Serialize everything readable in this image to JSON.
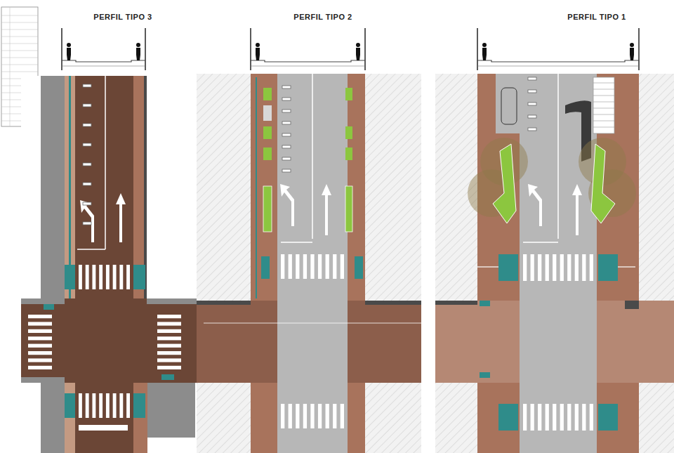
{
  "diagram": {
    "labels": [
      "PERFIL TIPO 3",
      "PERFIL TIPO 2",
      "PERFIL TIPO 1"
    ]
  }
}
